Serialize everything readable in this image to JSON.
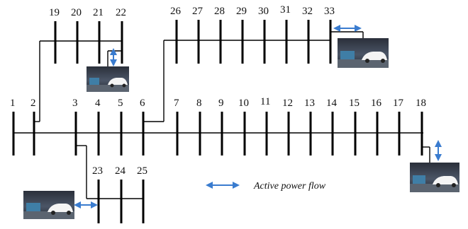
{
  "buses": {
    "b1": "1",
    "b2": "2",
    "b3": "3",
    "b4": "4",
    "b5": "5",
    "b6": "6",
    "b7": "7",
    "b8": "8",
    "b9": "9",
    "b10": "10",
    "b11": "11",
    "b12": "12",
    "b13": "13",
    "b14": "14",
    "b15": "15",
    "b16": "16",
    "b17": "17",
    "b18": "18",
    "b19": "19",
    "b20": "20",
    "b21": "21",
    "b22": "22",
    "b23": "23",
    "b24": "24",
    "b25": "25",
    "b26": "26",
    "b27": "27",
    "b28": "28",
    "b29": "29",
    "b30": "30",
    "b31": "31",
    "b32": "32",
    "b33": "33"
  },
  "legend": {
    "label": "Active power flow"
  },
  "colors": {
    "arrow": "#3a7ccf",
    "line": "#000000"
  },
  "icons": [
    "electric-vehicle-photo",
    "double-arrow-icon"
  ]
}
